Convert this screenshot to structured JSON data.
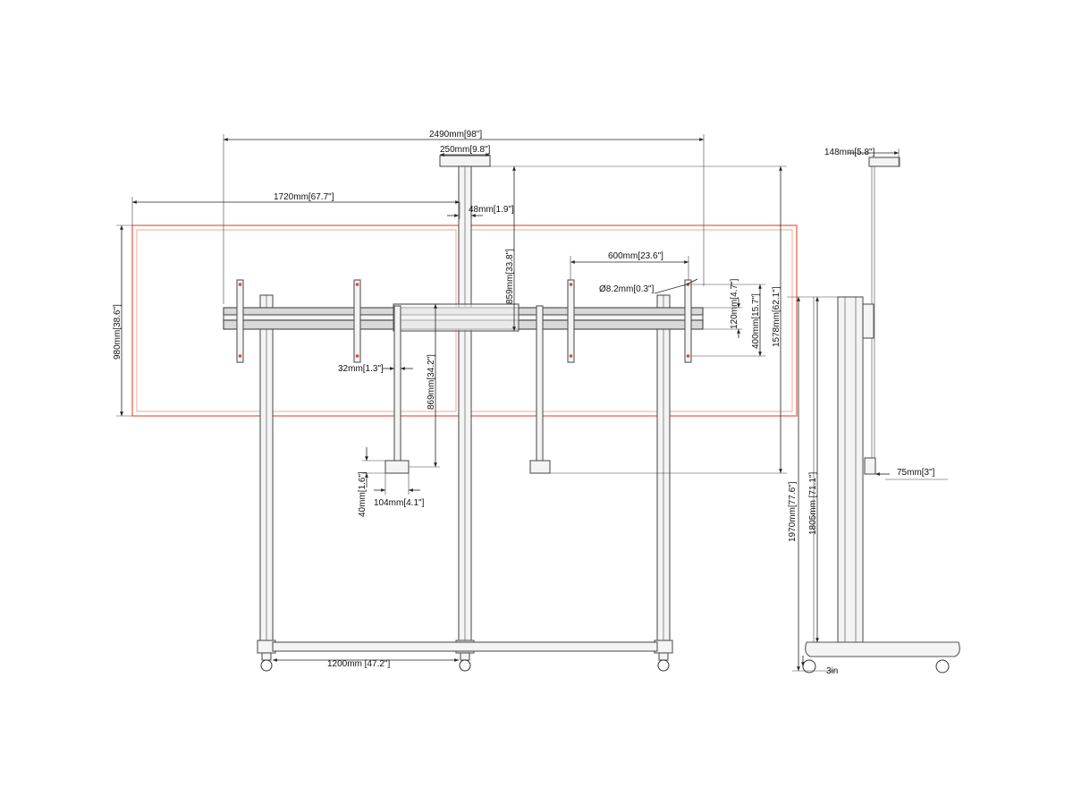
{
  "dimensions": {
    "overall_width": "2490mm[98\"]",
    "top_plate_width": "250mm[9.8\"]",
    "screen_width": "1720mm[67.7\"]",
    "column_gap": "48mm[1.9\"]",
    "vesa_horizontal": "600mm[23.6\"]",
    "hole_diameter": "Ø8.2mm[0.3\"]",
    "screen_height": "980mm[38.6\"]",
    "vertical_offset": "859mm[33.8\"]",
    "max_height": "1578mm[62.1\"]",
    "arm_spacing": "120mm[4.7\"]",
    "vesa_vertical": "400mm[15.7\"]",
    "rail_gap": "32mm[1.3\"]",
    "support_height": "869mm[34.2\"]",
    "bracket_height": "40mm[1.6\"]",
    "bracket_width": "104mm[4.1\"]",
    "base_width": "1200mm [47.2\"]",
    "depth_top": "148mm[5.8\"]",
    "depth_bracket": "75mm[3\"]",
    "total_height": "1970mm[77.6\"]",
    "column_height": "1805mm [71.1\"]",
    "caster_height": "3in"
  }
}
